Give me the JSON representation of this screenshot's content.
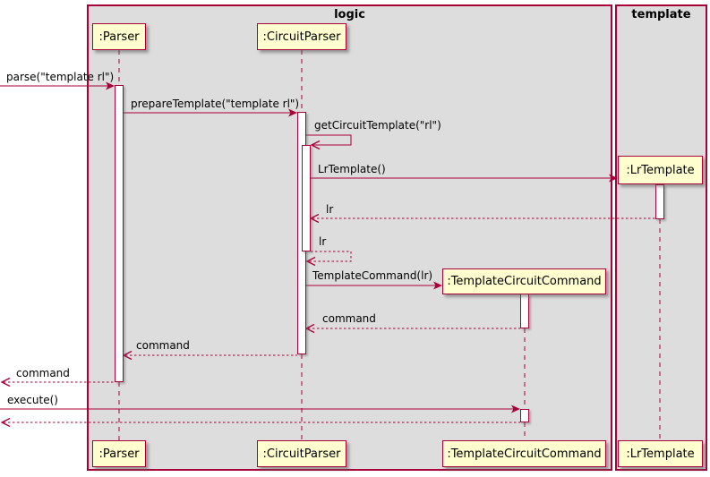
{
  "diagram_type": "uml-sequence-diagram",
  "frames": [
    {
      "label": "logic"
    },
    {
      "label": "template"
    }
  ],
  "participants": [
    {
      "label": ":Parser"
    },
    {
      "label": ":CircuitParser"
    },
    {
      "label": ":TemplateCircuitCommand"
    },
    {
      "label": ":LrTemplate"
    }
  ],
  "messages": [
    {
      "label": "parse(\"template rl\")",
      "type": "call",
      "from": "external",
      "to": ":Parser"
    },
    {
      "label": "prepareTemplate(\"template rl\")",
      "type": "call",
      "from": ":Parser",
      "to": ":CircuitParser"
    },
    {
      "label": "getCircuitTemplate(\"rl\")",
      "type": "self-call",
      "from": ":CircuitParser",
      "to": ":CircuitParser"
    },
    {
      "label": "LrTemplate()",
      "type": "create-call",
      "from": ":CircuitParser",
      "to": ":LrTemplate"
    },
    {
      "label": "lr",
      "type": "return",
      "from": ":LrTemplate",
      "to": ":CircuitParser"
    },
    {
      "label": "lr",
      "type": "self-return",
      "from": ":CircuitParser",
      "to": ":CircuitParser"
    },
    {
      "label": "TemplateCommand(lr)",
      "type": "create-call",
      "from": ":CircuitParser",
      "to": ":TemplateCircuitCommand"
    },
    {
      "label": "command",
      "type": "return",
      "from": ":TemplateCircuitCommand",
      "to": ":CircuitParser"
    },
    {
      "label": "command",
      "type": "return",
      "from": ":CircuitParser",
      "to": ":Parser"
    },
    {
      "label": "command",
      "type": "return",
      "from": ":Parser",
      "to": "external"
    },
    {
      "label": "execute()",
      "type": "call",
      "from": "external",
      "to": ":TemplateCircuitCommand"
    },
    {
      "label": "",
      "type": "return",
      "from": ":TemplateCircuitCommand",
      "to": "external"
    }
  ],
  "colors": {
    "border": "#A80036",
    "participant_fill": "#FEFECE",
    "frame_fill": "#DDDDDD",
    "activation_fill": "#FFFFFF",
    "text": "#000000"
  }
}
